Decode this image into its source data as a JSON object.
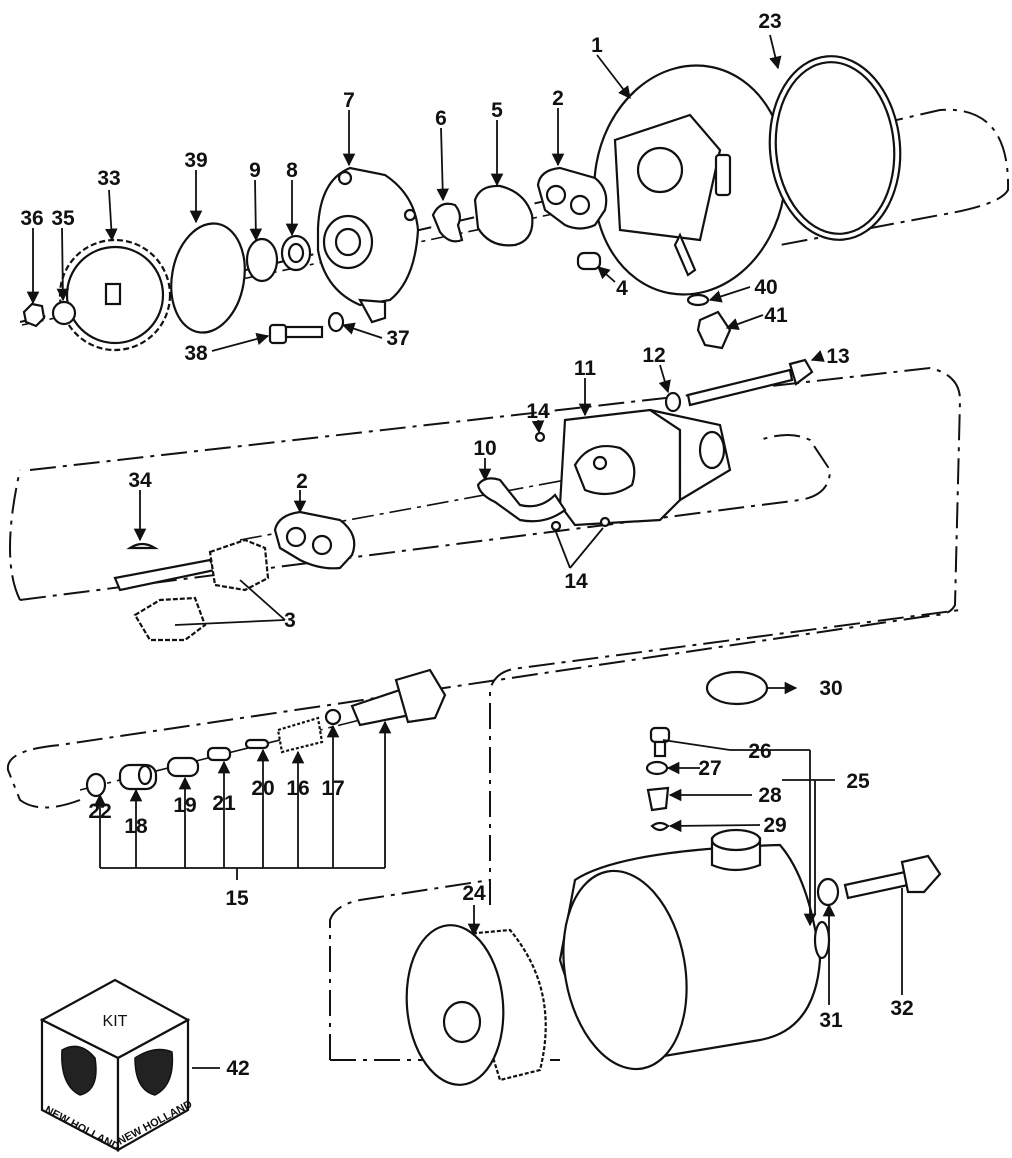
{
  "diagram": {
    "callouts": [
      "1",
      "2",
      "3",
      "4",
      "5",
      "6",
      "7",
      "8",
      "9",
      "10",
      "11",
      "12",
      "13",
      "14",
      "15",
      "16",
      "17",
      "18",
      "19",
      "20",
      "21",
      "22",
      "23",
      "24",
      "25",
      "26",
      "27",
      "28",
      "29",
      "30",
      "31",
      "32",
      "33",
      "34",
      "35",
      "36",
      "37",
      "38",
      "39",
      "40",
      "41",
      "42"
    ],
    "kit_label": "KIT",
    "brand": "NEW HOLLAND",
    "colors": {
      "line": "#111111",
      "background": "#ffffff"
    }
  }
}
